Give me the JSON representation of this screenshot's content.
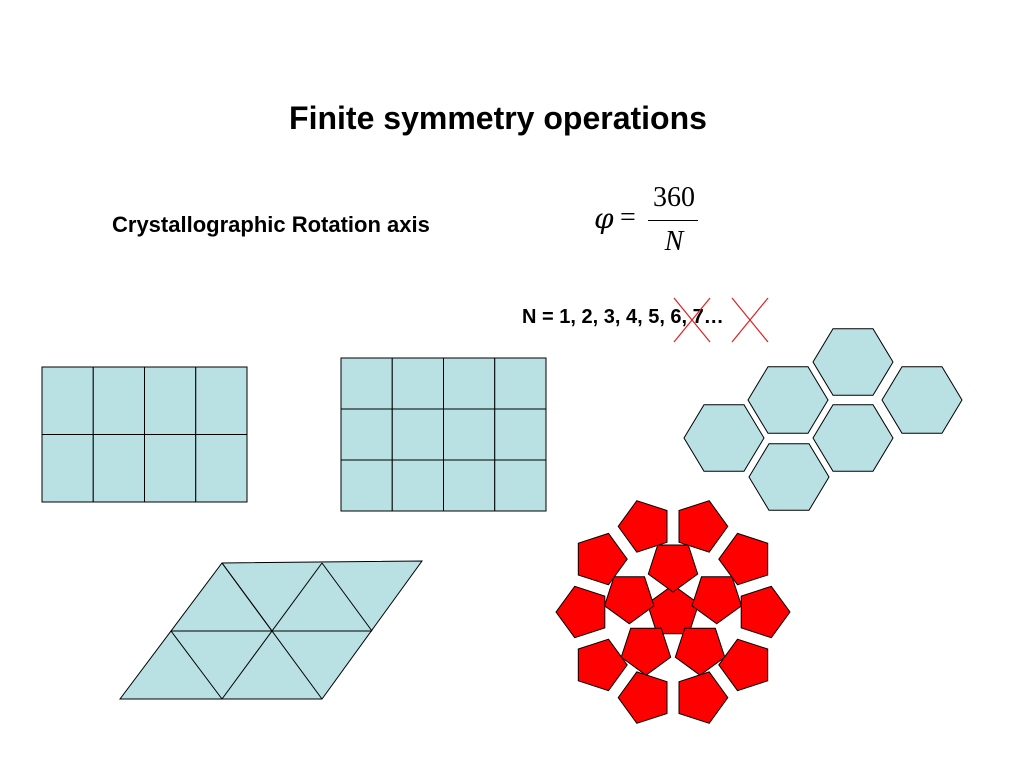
{
  "slide": {
    "title": "Finite symmetry operations",
    "subtitle": "Crystallographic Rotation axis",
    "formula": {
      "lhs": "φ",
      "equals": "=",
      "numerator": "360",
      "denominator": "N"
    },
    "n_values": {
      "prefix": "N = 1, 2, 3, 4, ",
      "crossed_a": "5",
      "middle": ", 6, ",
      "crossed_b": "7",
      "suffix": "…"
    }
  },
  "colors": {
    "tile_fill": "#b9e0e3",
    "tile_stroke": "#000000",
    "penta_fill": "#ff0000",
    "cross_stroke": "#e02020"
  }
}
